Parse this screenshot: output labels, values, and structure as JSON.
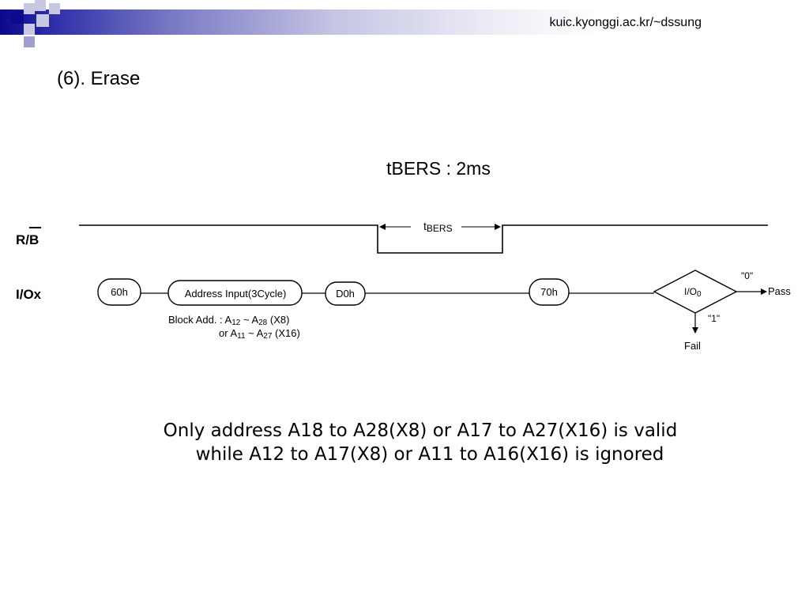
{
  "header": {
    "site_url": "kuic.kyonggi.ac.kr/~dssung"
  },
  "slide": {
    "title": "(6). Erase",
    "subtitle": "tBERS : 2ms"
  },
  "diagram": {
    "rb_label_r": "R/",
    "rb_label_b": "B",
    "iox_label": "I/Ox",
    "tbers_t": "t",
    "tbers_sub": "BERS",
    "cmd_60h": "60h",
    "address_input": "Address Input(3Cycle)",
    "cmd_d0h": "D0h",
    "cmd_70h": "70h",
    "io0_label_main": "I/O",
    "io0_label_sub": "0",
    "result_0": "\"0\"",
    "result_1": "\"1\"",
    "pass_label": "Pass",
    "fail_label": "Fail",
    "block_add_1": "Block Add. : A",
    "block_add_1_sub1": "12",
    "block_add_1_mid": " ~ A",
    "block_add_1_sub2": "28",
    "block_add_1_end": " (X8)",
    "block_add_2": "or A",
    "block_add_2_sub1": "11",
    "block_add_2_mid": " ~ A",
    "block_add_2_sub2": "27",
    "block_add_2_end": " (X16)"
  },
  "note": {
    "line1": "Only address A18 to A28(X8) or A17 to A27(X16) is valid",
    "line2": "while A12 to A17(X8) or A11 to A16(X16) is ignored"
  },
  "colors": {
    "brand_dark": "#0a0a8a",
    "brand_light": "#a0a0d0"
  }
}
